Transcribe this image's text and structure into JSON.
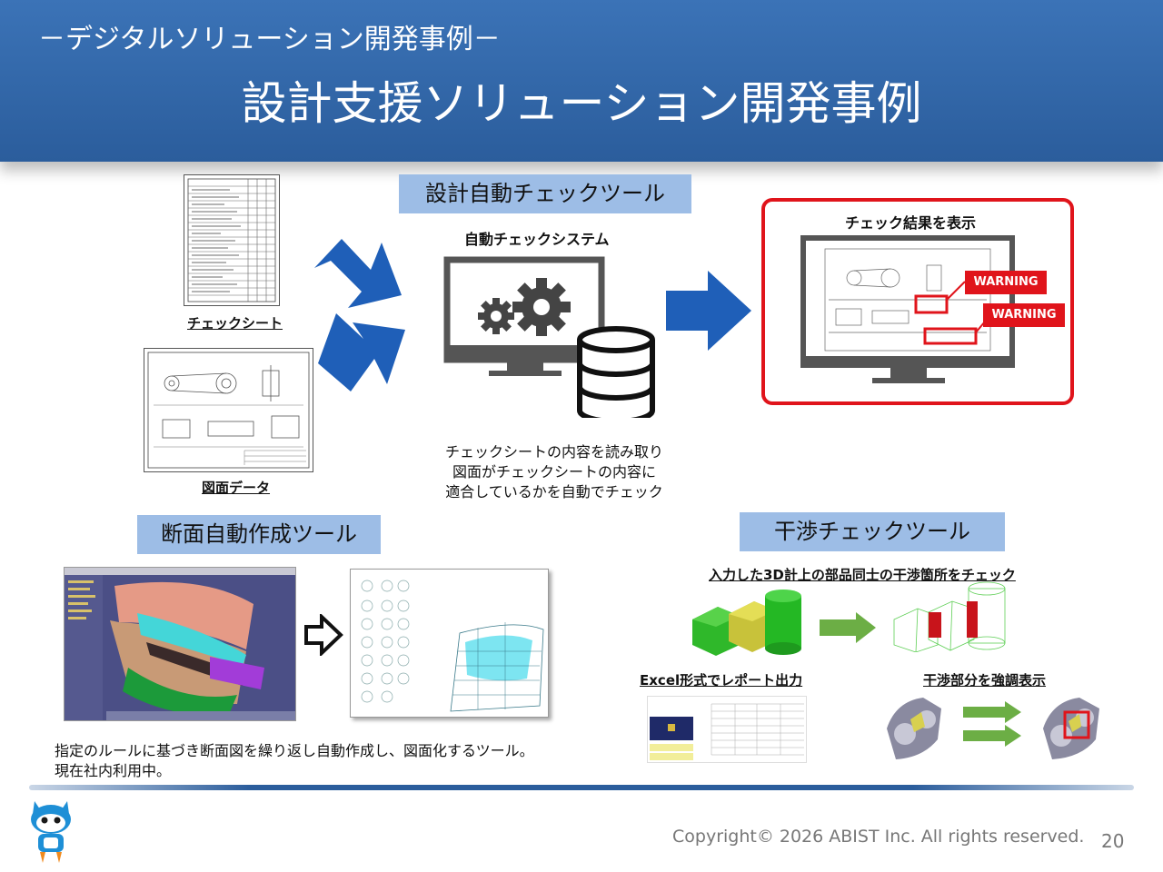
{
  "header": {
    "subtitle": "－デジタルソリューション開発事例－",
    "title": "設計支援ソリューション開発事例"
  },
  "check_tool": {
    "title": "設計自動チェックツール",
    "system_label": "自動チェックシステム",
    "check_sheet_label": "チェックシート",
    "drawing_label": "図面データ",
    "result_label": "チェック結果を表示",
    "warning_1": "WARNING",
    "warning_2": "WARNING",
    "description": [
      "チェックシートの内容を読み取り",
      "図面がチェックシートの内容に",
      "適合しているかを自動でチェック"
    ]
  },
  "section_tool": {
    "title": "断面自動作成ツール",
    "description": [
      "指定のルールに基づき断面図を繰り返し自動作成し、図面化するツール。",
      "現在社内利用中。"
    ]
  },
  "interference_tool": {
    "title": "干渉チェックツール",
    "heading": "入力した3D計上の部品同士の干渉箇所をチェック",
    "excel_label": "Excel形式でレポート出力",
    "highlight_label": "干渉部分を強調表示"
  },
  "footer": {
    "copyright": "Copyright© 2026 ABIST Inc. All rights reserved.",
    "page_number": "20"
  },
  "colors": {
    "header_blue": "#2b5d9c",
    "label_blue": "#9dbde6",
    "arrow_blue": "#1f5fb8",
    "warning_red": "#e0141b",
    "green_arrow": "#6cae45"
  }
}
